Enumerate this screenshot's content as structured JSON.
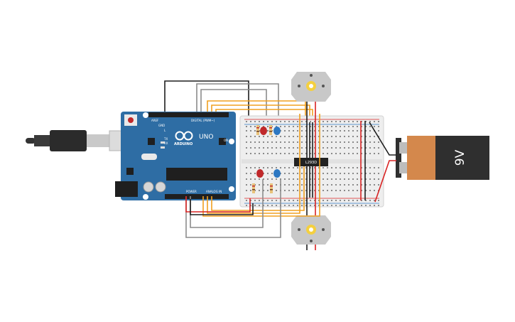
{
  "arduino": {
    "brand": "ARDUINO",
    "model": "UNO",
    "digital_label": "DIGITAL (PWM~)",
    "power_label": "POWER",
    "analog_label": "ANALOG IN",
    "on_label": "ON",
    "tx_label": "TX",
    "rx_label": "RX",
    "l_label": "L",
    "aref_label": "AREF",
    "gnd_label": "GND"
  },
  "chip": {
    "label": "L293D"
  },
  "battery": {
    "label": "9V",
    "body_color": "#d4884c",
    "cap_color": "#2f2f2f"
  },
  "colors": {
    "board_blue": "#2e6da4",
    "wire_orange": "#f0a020",
    "wire_red": "#d92323",
    "wire_gray": "#8c8c8c",
    "wire_black": "#1e1e1e",
    "led_red": "#c0282a",
    "led_blue": "#2c77c2"
  }
}
